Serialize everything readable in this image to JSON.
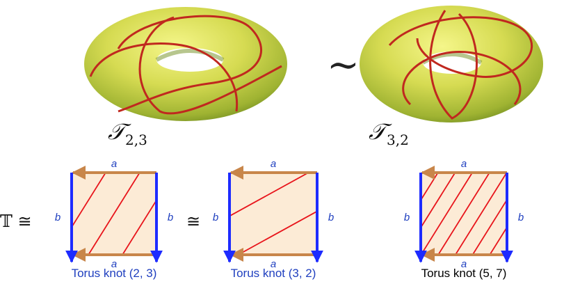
{
  "equivalence_symbol": "∼",
  "torus_labels": [
    {
      "main": "𝒯",
      "sub": "2,3"
    },
    {
      "main": "𝒯",
      "sub": "3,2"
    }
  ],
  "prefix": "𝕋 ≅",
  "congruent": "≅",
  "edge_labels": {
    "top": "a",
    "bottom": "a",
    "left": "b",
    "right": "b"
  },
  "squares": [
    {
      "caption": "Torus knot (2, 3)",
      "caption_color": "#1f3fbf",
      "stripes": 3
    },
    {
      "caption": "Torus knot (3, 2)",
      "caption_color": "#1f3fbf",
      "stripes": 2
    },
    {
      "caption": "Torus knot (5, 7)",
      "caption_color": "#000000",
      "stripes": 7
    }
  ],
  "colors": {
    "torus_light": "#eef27a",
    "torus_mid": "#c8d34a",
    "torus_dark": "#6f8e1e",
    "knot": "#c0281f",
    "edge_a": "#c8864a",
    "edge_b": "#1d2bff",
    "square_fill": "#fcebd6",
    "stripe": "#e8141b",
    "label_blue": "#1f3fbf"
  }
}
